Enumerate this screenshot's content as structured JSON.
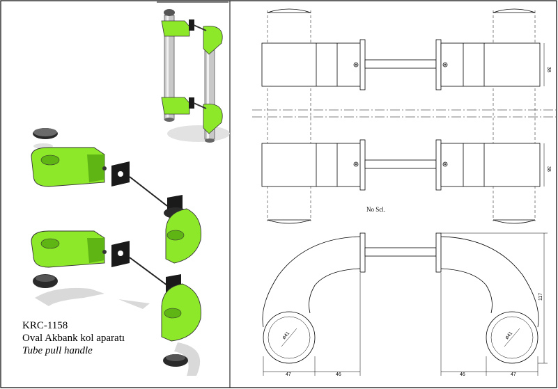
{
  "product": {
    "code": "KRC-1158",
    "name_tr": "Oval Akbank kol aparatı",
    "name_en": "Tube pull handle"
  },
  "drawing": {
    "scale_note": "No Scl.",
    "dimensions": {
      "tube_diameter_top": "38",
      "tube_diameter_mid": "38",
      "height": "117",
      "left_a": "47",
      "left_b": "46",
      "right_a": "46",
      "right_b": "47",
      "ring_left": "ø41",
      "ring_right": "ø41"
    }
  },
  "colors": {
    "part_green": "#8ee82a",
    "part_green_dark": "#5fb514",
    "plate_black": "#1a1a1a",
    "shadow": "#d9d9d9"
  }
}
